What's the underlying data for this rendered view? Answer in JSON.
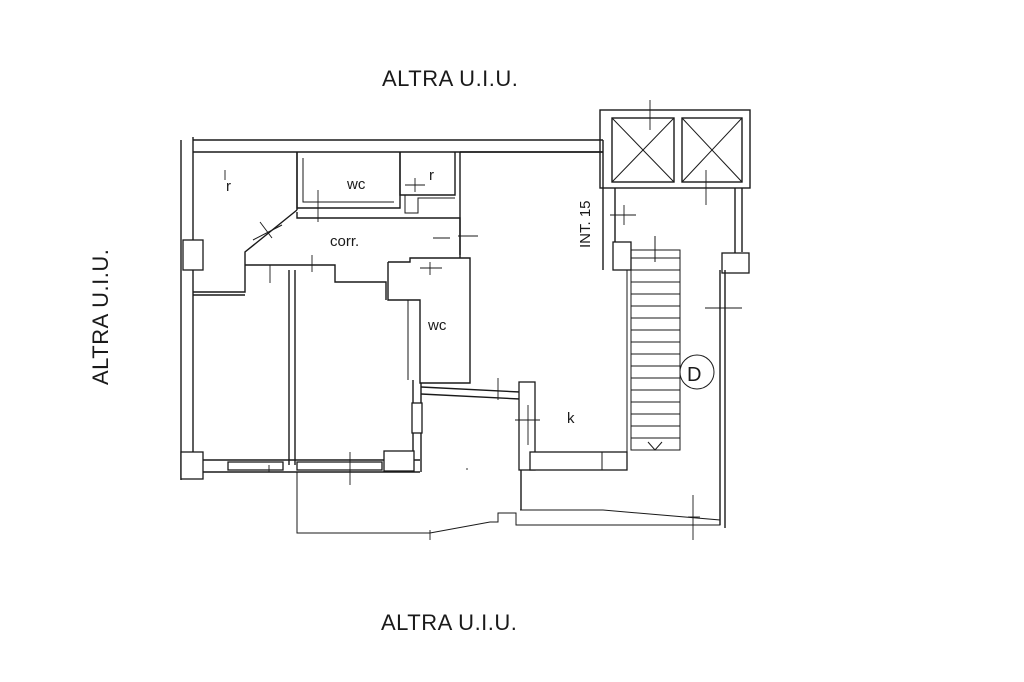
{
  "outer_labels": {
    "top": "ALTRA U.I.U.",
    "left": "ALTRA U.I.U.",
    "bottom": "ALTRA U.I.U."
  },
  "unit_label": "INT. 15",
  "rooms": {
    "r_large": "r",
    "wc_top": "wc",
    "r_small": "r",
    "corr": "corr.",
    "wc_mid": "wc",
    "k": "k"
  },
  "stair_symbol": "D"
}
